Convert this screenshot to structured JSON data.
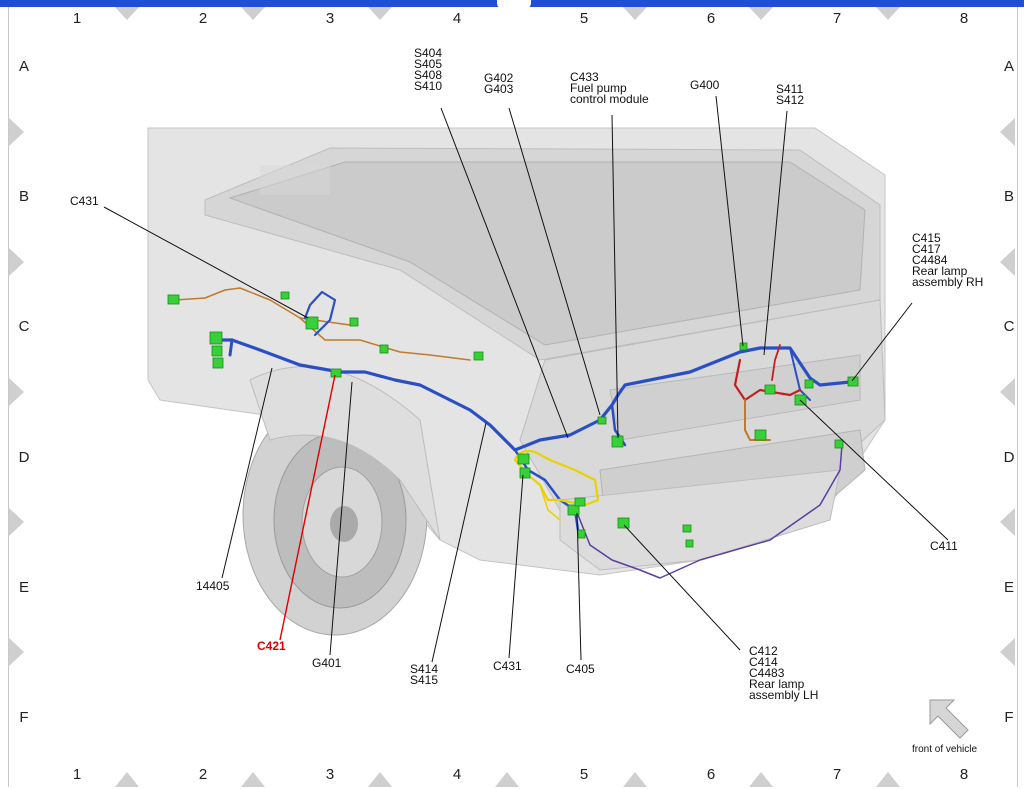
{
  "grid": {
    "columns": [
      "1",
      "2",
      "3",
      "4",
      "5",
      "6",
      "7",
      "8"
    ],
    "rows": [
      "A",
      "B",
      "C",
      "D",
      "E",
      "F"
    ]
  },
  "labels": {
    "s404_group": "S404\nS405\nS408\nS410",
    "g402_group": "G402\nG403",
    "c433_group": "C433\nFuel pump\ncontrol module",
    "g400": "G400",
    "s411_group": "S411\nS412",
    "c431_top": "C431",
    "c415_group": "C415\nC417\nC4484\nRear lamp\nassembly RH",
    "c411": "C411",
    "n14405": "14405",
    "c421": "C421",
    "g401": "G401",
    "s414_group": "S414\nS415",
    "c431_bottom": "C431",
    "c405": "C405",
    "c412_group": "C412\nC414\nC4483\nRear lamp\nassembly LH"
  },
  "front_of_vehicle": "front of vehicle",
  "colors": {
    "harness_main": "#2a4fc4",
    "harness_orange": "#c07a2a",
    "harness_red": "#c02020",
    "harness_yellow": "#e8d200",
    "harness_purple": "#5a3fa0",
    "connector": "#38d038",
    "highlight": "#e00000",
    "top_bar": "#1f4fd8"
  }
}
